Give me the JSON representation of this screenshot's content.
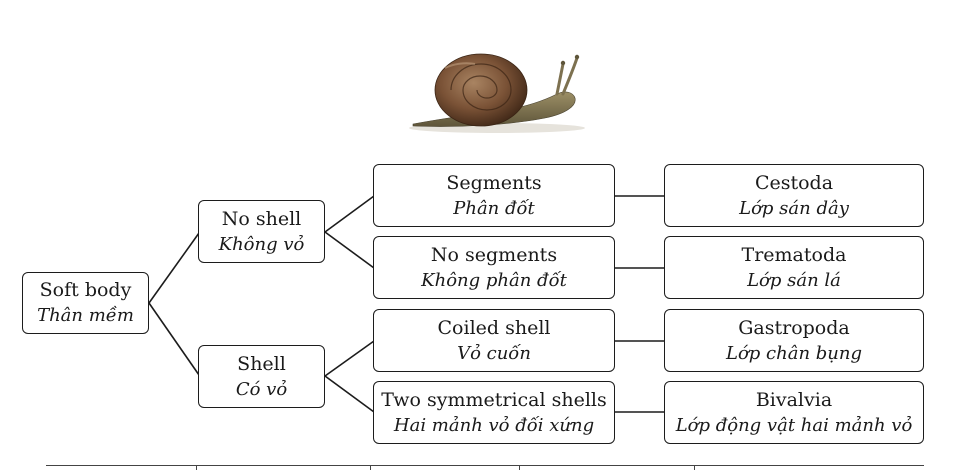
{
  "nodes": {
    "soft_body": {
      "en": "Soft body",
      "vi": "Thân mềm"
    },
    "no_shell": {
      "en": "No shell",
      "vi": "Không vỏ"
    },
    "shell": {
      "en": "Shell",
      "vi": "Có vỏ"
    },
    "segments": {
      "en": "Segments",
      "vi": "Phân đốt"
    },
    "no_segments": {
      "en": "No segments",
      "vi": "Không phân đốt"
    },
    "coiled_shell": {
      "en": "Coiled shell",
      "vi": "Vỏ cuốn"
    },
    "two_shells": {
      "en": "Two symmetrical shells",
      "vi": "Hai mảnh vỏ đối xứng"
    },
    "cestoda": {
      "en": "Cestoda",
      "vi": "Lớp sán dây"
    },
    "trematoda": {
      "en": "Trematoda",
      "vi": "Lớp sán lá"
    },
    "gastropoda": {
      "en": "Gastropoda",
      "vi": "Lớp chân bụng"
    },
    "bivalvia": {
      "en": "Bivalvia",
      "vi": "Lớp động vật hai mảnh vỏ"
    }
  },
  "colors": {
    "shell_dark": "#4a2f1d",
    "shell_mid": "#7a5236",
    "shell_light": "#a98462",
    "body": "#8a7d57",
    "stroke": "#1c1c1c"
  }
}
